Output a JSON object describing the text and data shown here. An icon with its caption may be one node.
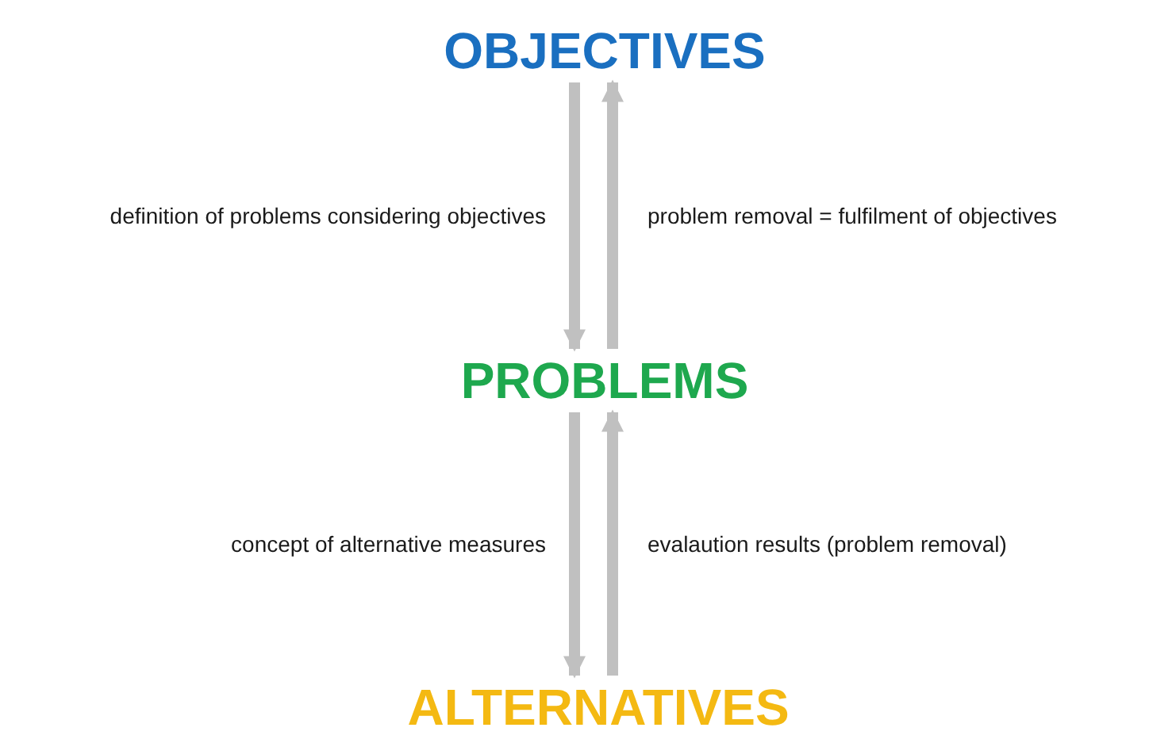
{
  "diagram": {
    "nodes": [
      {
        "text": [
          "OBJECTIVES"
        ]
      },
      {
        "text": [
          "PROBLEMS"
        ]
      },
      {
        "text": [
          "ALTERNATIVES"
        ]
      }
    ],
    "edges": [
      {
        "from": 0,
        "to": 1,
        "arrow": "to",
        "label": "definition of problems considering objectives"
      },
      {
        "from": 1,
        "to": 0,
        "arrow": "to",
        "label": "problem removal = fulfilment of objectives"
      },
      {
        "from": 1,
        "to": 2,
        "arrow": "to",
        "label": "concept of alternative measures"
      },
      {
        "from": 2,
        "to": 1,
        "arrow": "to",
        "label": "evalaution results (problem removal)"
      }
    ]
  }
}
